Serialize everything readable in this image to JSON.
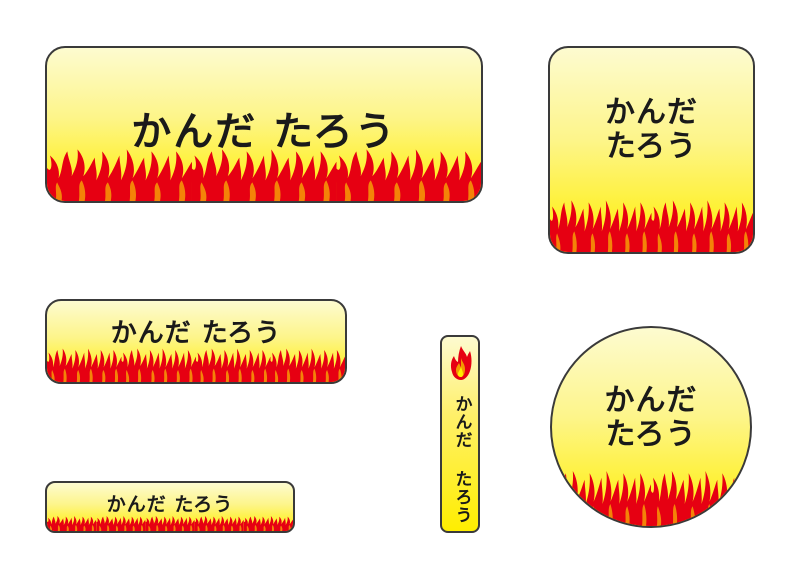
{
  "labels": {
    "large": {
      "name_line1": "かんだ たろう"
    },
    "square": {
      "name_line1": "かんだ",
      "name_line2": "たろう"
    },
    "medium": {
      "name_line1": "かんだ たろう"
    },
    "small": {
      "name_line1": "かんだ たろう"
    },
    "vertical": {
      "name_line1": "かんだ たろう",
      "icon": "flame-icon"
    },
    "round": {
      "name_line1": "かんだ",
      "name_line2": "たろう"
    }
  },
  "colors": {
    "flame_red": "#e60012",
    "flame_orange": "#f39800",
    "background_top": "#fdfbd0",
    "background_bottom": "#ffee00",
    "border": "#3a3a3a"
  }
}
